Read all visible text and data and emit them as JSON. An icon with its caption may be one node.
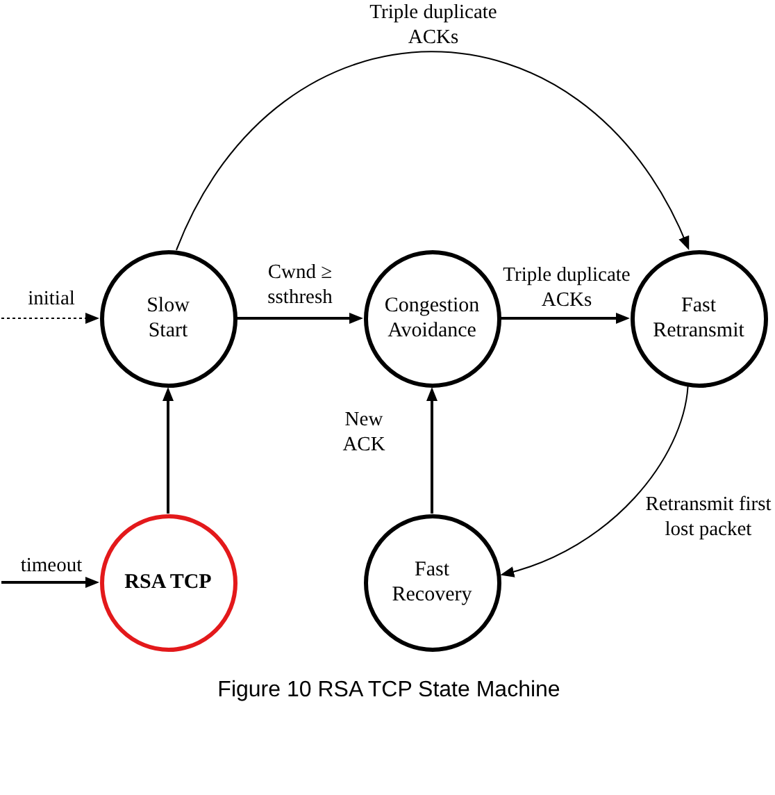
{
  "diagram": {
    "caption": "Figure 10 RSA TCP State Machine",
    "nodes": [
      {
        "text": [
          "Slow Start"
        ]
      },
      {
        "text": [
          "Congestion Avoidance"
        ]
      },
      {
        "text": [
          "Fast Retransmit"
        ]
      },
      {
        "text": [
          "RSA TCP"
        ]
      },
      {
        "text": [
          "Fast Recovery"
        ]
      }
    ],
    "edges": [
      {
        "from": null,
        "to": 0,
        "arrow": "to",
        "label": "initial",
        "style": "dashed"
      },
      {
        "from": 0,
        "to": 1,
        "arrow": "to",
        "label": "Cwnd ≥ ssthresh"
      },
      {
        "from": 1,
        "to": 2,
        "arrow": "to",
        "label": "Triple duplicate ACKs"
      },
      {
        "from": 0,
        "to": 2,
        "arrow": "to",
        "label": "Triple duplicate ACKs"
      },
      {
        "from": 2,
        "to": 4,
        "arrow": "to",
        "label": "Retransmit first lost packet"
      },
      {
        "from": 4,
        "to": 1,
        "arrow": "to",
        "label": "New ACK"
      },
      {
        "from": 3,
        "to": 0,
        "arrow": "to"
      },
      {
        "from": null,
        "to": 3,
        "arrow": "to",
        "label": "timeout"
      }
    ]
  }
}
